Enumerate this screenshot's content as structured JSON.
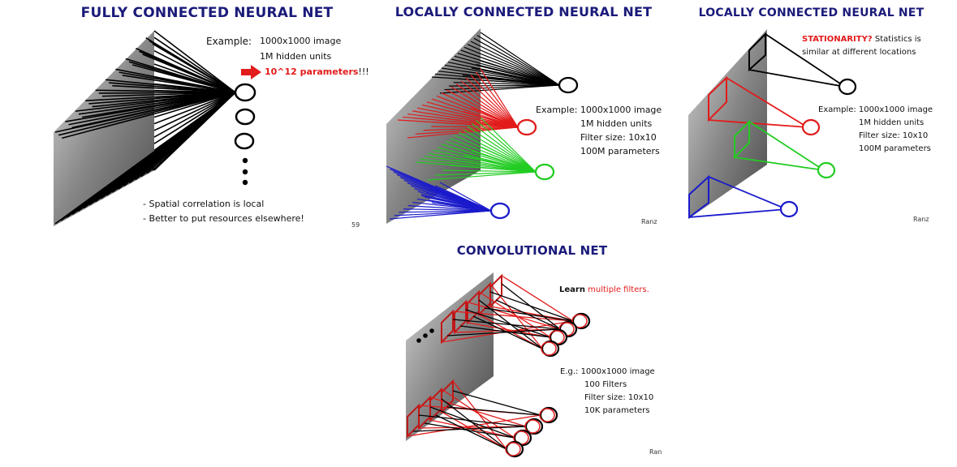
{
  "panels": {
    "fully_connected": {
      "title": "FULLY CONNECTED NEURAL NET",
      "example_label": "Example:",
      "example_image": "1000x1000 image",
      "hidden_units": "1M hidden units",
      "parameters": "10^12 parameters",
      "exclaim": "!!!",
      "bullet_1": "- Spatial correlation is local",
      "bullet_2": "- Better to put resources elsewhere!",
      "page_number": "59"
    },
    "locally_connected": {
      "title": "LOCALLY CONNECTED NEURAL NET",
      "example": "Example: 1000x1000 image",
      "hidden_units": "1M hidden units",
      "filter_size": "Filter size: 10x10",
      "parameters": "100M parameters",
      "credit": "Ranz"
    },
    "locally_connected_stationarity": {
      "title": "LOCALLY CONNECTED NEURAL NET",
      "stationarity": "STATIONARITY?",
      "stationarity_text_1": "Statistics is",
      "stationarity_text_2": "similar at different locations",
      "example": "Example: 1000x1000 image",
      "hidden_units": "1M hidden units",
      "filter_size": "Filter size: 10x10",
      "parameters": "100M parameters",
      "credit": "Ranz"
    },
    "convolutional": {
      "title": "CONVOLUTIONAL NET",
      "learn_label": "Learn",
      "learn_highlight": "multiple filters.",
      "eg_image": "E.g.: 1000x1000 image",
      "filters": "100 Filters",
      "filter_size": "Filter size: 10x10",
      "parameters": "10K parameters",
      "credit": "Ran"
    }
  },
  "colors": {
    "title": "#1a1a7a",
    "highlight": "#e21b1b",
    "red_lines": "#e21b1b",
    "green_lines": "#22cc22",
    "blue_lines": "#1a1acc",
    "black_lines": "#000000"
  }
}
